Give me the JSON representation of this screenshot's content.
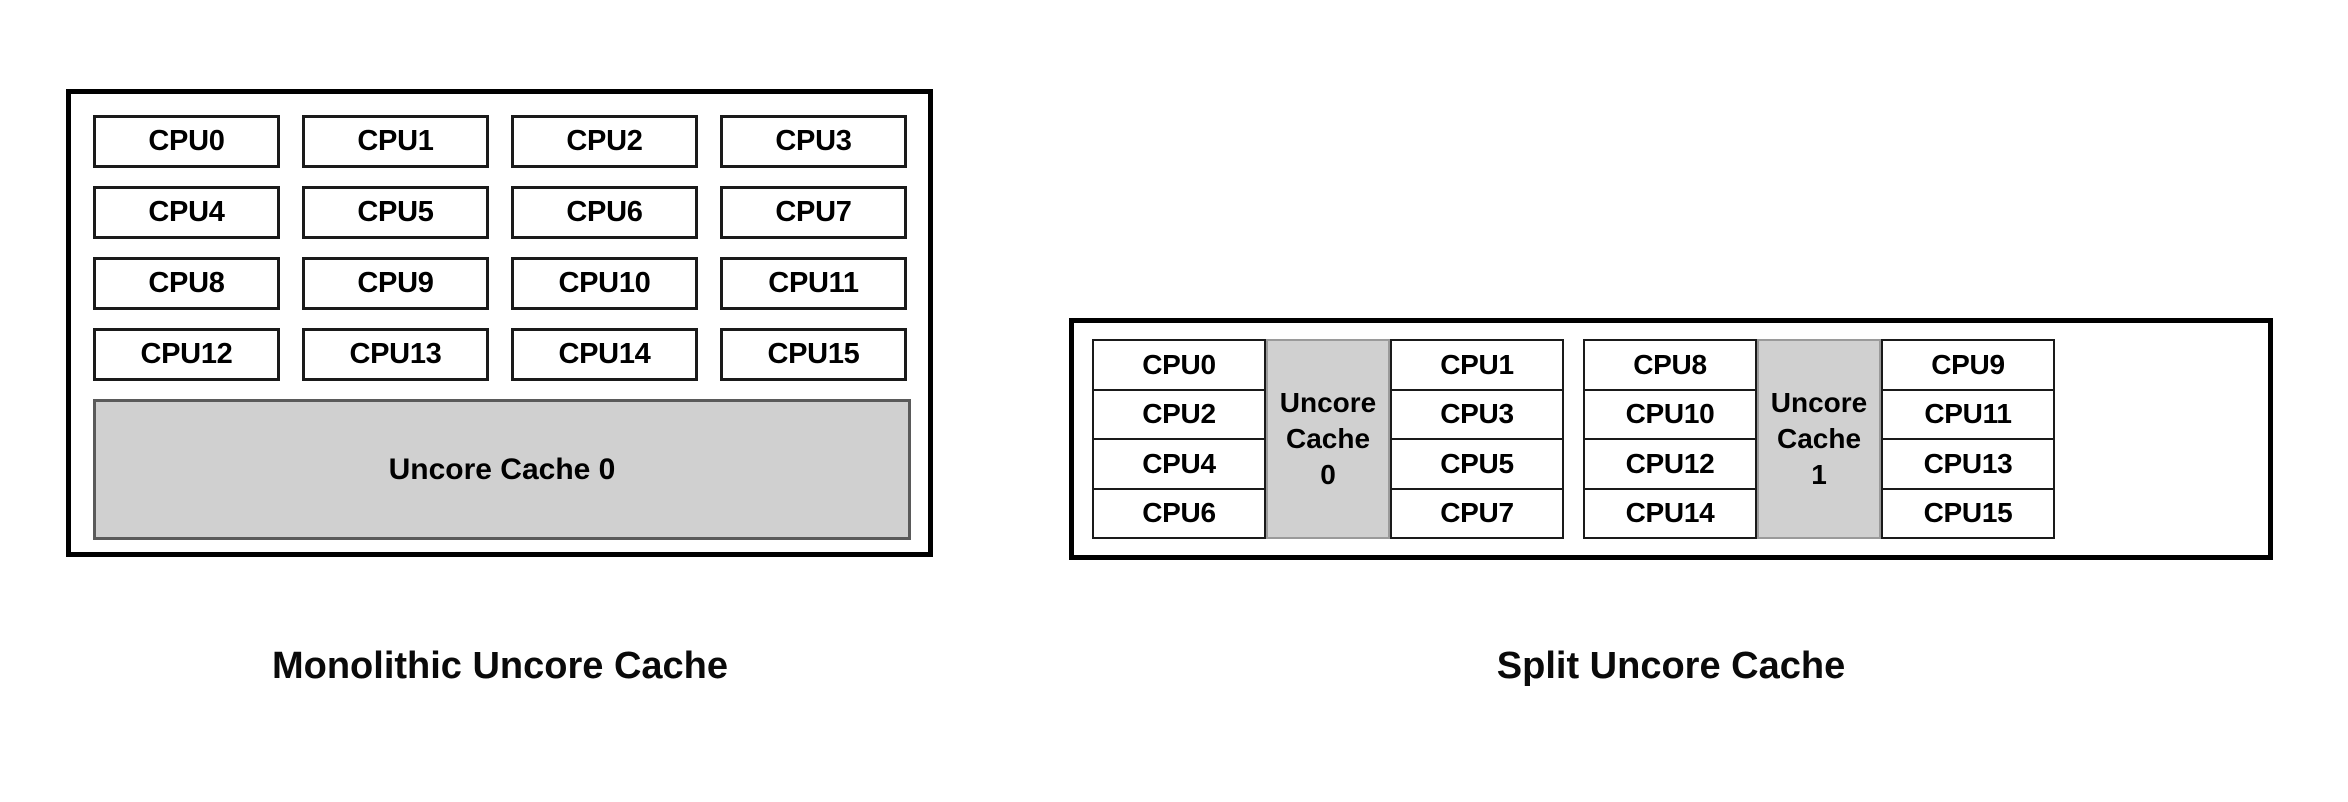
{
  "diagrams": [
    {
      "id": "monolithic",
      "caption": "Monolithic Uncore Cache",
      "cpus": [
        "CPU0",
        "CPU1",
        "CPU2",
        "CPU3",
        "CPU4",
        "CPU5",
        "CPU6",
        "CPU7",
        "CPU8",
        "CPU9",
        "CPU10",
        "CPU11",
        "CPU12",
        "CPU13",
        "CPU14",
        "CPU15"
      ],
      "cache_label": "Uncore Cache 0"
    },
    {
      "id": "split",
      "caption": "Split Uncore Cache",
      "clusters": [
        {
          "left_cpus": [
            "CPU0",
            "CPU2",
            "CPU4",
            "CPU6"
          ],
          "cache_line1": "Uncore",
          "cache_line2": "Cache",
          "cache_line3": "0",
          "right_cpus": [
            "CPU1",
            "CPU3",
            "CPU5",
            "CPU7"
          ]
        },
        {
          "left_cpus": [
            "CPU8",
            "CPU10",
            "CPU12",
            "CPU14"
          ],
          "cache_line1": "Uncore",
          "cache_line2": "Cache",
          "cache_line3": "1",
          "right_cpus": [
            "CPU9",
            "CPU11",
            "CPU13",
            "CPU15"
          ]
        }
      ]
    }
  ],
  "colors": {
    "cache_fill": "#d0d0d0",
    "border": "#000000",
    "background": "#ffffff",
    "text": "#000000"
  }
}
